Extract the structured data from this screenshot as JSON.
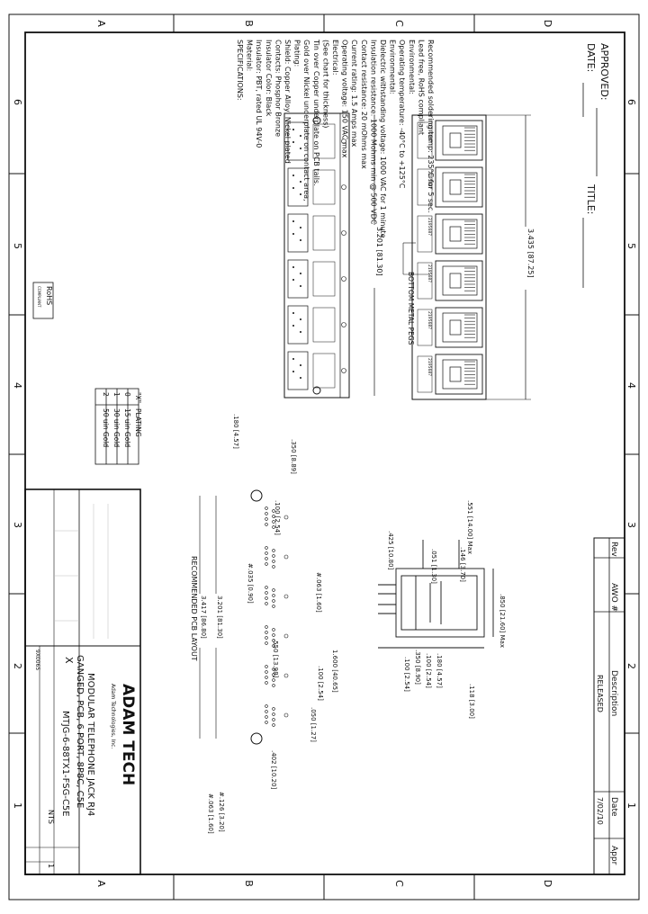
{
  "border": {
    "zone_letters": [
      "A",
      "B",
      "C",
      "D"
    ],
    "zone_numbers": [
      "6",
      "5",
      "4",
      "3",
      "2",
      "1"
    ]
  },
  "approval": {
    "approved_label": "APPROVED:",
    "date_label": "DATE:",
    "title_label": "TITLE:"
  },
  "specs": {
    "heading": "SPECIFICATIONS:",
    "lines": [
      "Material:",
      "Insulator: PBT, rated UL 94V-0",
      "Insulator Color: Black",
      "Contacts: Phosphor Bronze",
      "Shield: Copper Alloy, Nickel plated",
      "Plating:",
      "Gold over Nickel underplate on contact area,",
      "Tin over Copper underplate on PCB tails.",
      "(See chart for thickness)",
      "Electrical:",
      "Operating voltage: 150 VAC max",
      "Current rating: 1.5 Amps max",
      "Contact resistance: 20 mOhms max",
      "Insulation resistance: 1000 Mohms min @ 500 VDC",
      "Dielectric withstanding voltage: 1000 VAC for 1 minute",
      "Environmental:",
      "Operating temperature: -40°C to +125°C",
      "Environmental:",
      "Lead free, RoHS compliant",
      "Recommended soldering temp: 235°C for 5 sec."
    ]
  },
  "rohs": {
    "label": "RoHS",
    "sub": "COMPLIANT"
  },
  "plating_table": {
    "headers": [
      "\"X\"",
      "PLATING"
    ],
    "rows": [
      [
        "0",
        "15 uin Gold"
      ],
      [
        "1",
        "30 uin Gold"
      ],
      [
        "2",
        "50 uin Gold"
      ]
    ]
  },
  "revision": {
    "headers": [
      "Rev",
      "AWO #",
      "Description",
      "Date",
      "Appr"
    ],
    "row": [
      "",
      "",
      "RELEASED",
      "7/02/10",
      ""
    ]
  },
  "front_view": {
    "width_dim": "3.435 [87.25]",
    "bottom_pegs": "BOTTOM METAL PEGS",
    "port_label": "2195687"
  },
  "top_view": {
    "width_dim": "3.201 [81.30]"
  },
  "side_view": {
    "dims": [
      ".551 [14.00] Max",
      ".146 [3.70]",
      ".051 [1.30]",
      ".425 [10.80]",
      ".850 [21.60] Max",
      ".118 [3.00]",
      ".100 [2.54]",
      ".180 [4.57]",
      ".100 [2.54]",
      ".350 [8.90]"
    ]
  },
  "pcb_layout": {
    "caption": "RECOMMENDED PCB LAYOUT",
    "dims": [
      ".180 [4.57]",
      ".350 [8.89]",
      ".550 [13.98]",
      ".100 [2.54]",
      "#.035 [0.90]",
      "#.063 [1.60]",
      "1.600 [40.65]",
      ".100 [2.54]",
      ".050 [1.27]",
      ".402 [10.20]",
      "3.201 [81.30]",
      "3.417 [86.80]",
      "#.126 [3.20]",
      "#.063 [1.60]"
    ]
  },
  "title_block": {
    "company": "ADAM TECH",
    "company_sub": "Adam Technologies, Inc.",
    "title_lines": [
      "MODULAR TELEPHONE JACK RJ4",
      "GANGED, PCB, 6 PORT, 8P8C, C5E"
    ],
    "part_number": "MTJG-6-88TX1-FSG-C5E",
    "x_label": "X",
    "scale_label": "NTS",
    "sheet_label": "1",
    "doc_number": "9X0065"
  }
}
